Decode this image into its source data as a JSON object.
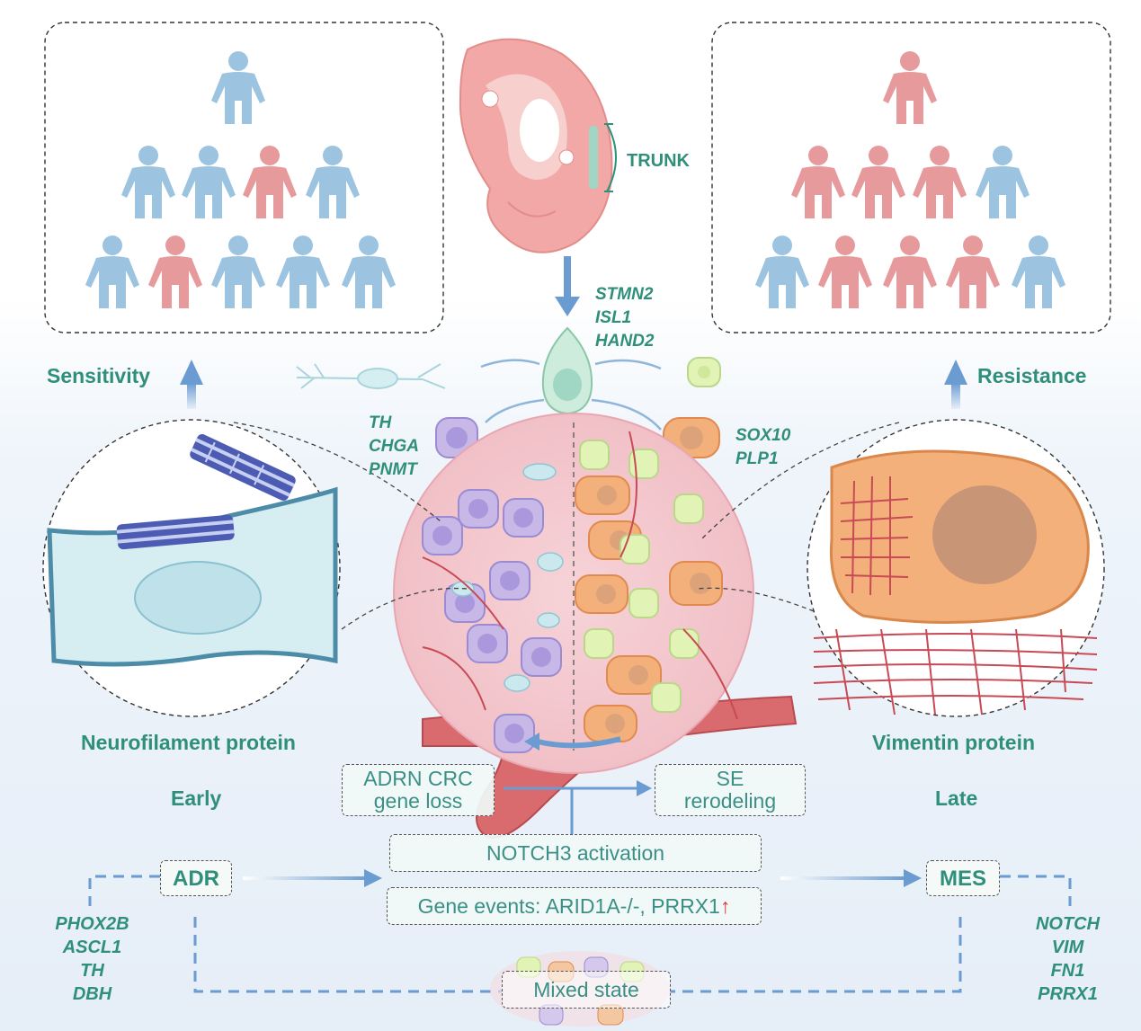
{
  "embryo": {
    "label": "TRUNK"
  },
  "genes_top": [
    "STMN2",
    "ISL1",
    "HAND2"
  ],
  "genes_adrn_cell": [
    "TH",
    "CHGA",
    "PNMT"
  ],
  "genes_mes_cell": [
    "SOX10",
    "PLP1"
  ],
  "outcomes": {
    "left": "Sensitivity",
    "right": "Resistance"
  },
  "proteins": {
    "left": "Neurofilament protein",
    "right": "Vimentin protein"
  },
  "stages": {
    "early": "Early",
    "late": "Late"
  },
  "states": {
    "adr": "ADR",
    "mes": "MES",
    "mixed": "Mixed state"
  },
  "events": {
    "crc_loss_line1": "ADRN CRC",
    "crc_loss_line2": "gene loss",
    "se_line1": "SE",
    "se_line2": "rerodeling",
    "notch3": "NOTCH3 activation",
    "gene_events": "Gene events: ARID1A-/-, PRRX1",
    "gene_events_arrow": "↑"
  },
  "genes_adr": [
    "PHOX2B",
    "ASCL1",
    "TH",
    "DBH"
  ],
  "genes_mes": [
    "NOTCH",
    "VIM",
    "FN1",
    "PRRX1"
  ],
  "colors": {
    "accent": "#2f8f7a",
    "blue_person": "#9cc4e0",
    "red_person": "#e79a9c",
    "arrow": "#6a9bd1"
  }
}
